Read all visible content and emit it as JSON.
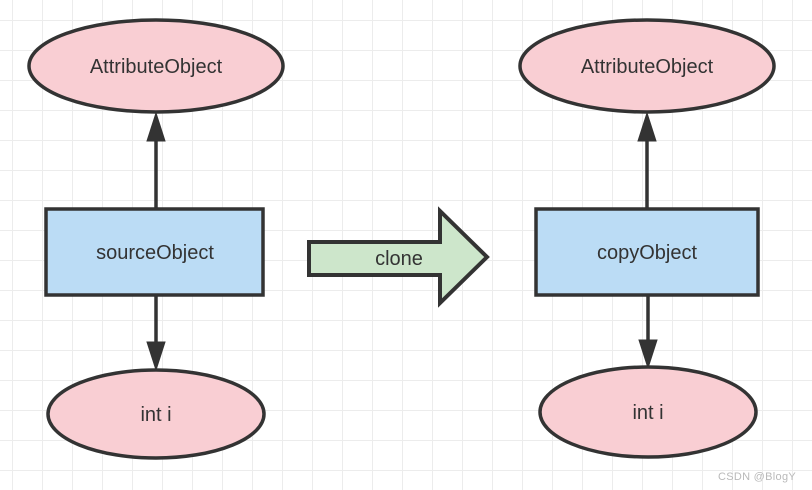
{
  "diagram": {
    "left": {
      "attribute_label": "AttributeObject",
      "object_label": "sourceObject",
      "field_label": "int i"
    },
    "right": {
      "attribute_label": "AttributeObject",
      "object_label": "copyObject",
      "field_label": "int i"
    },
    "clone_label": "clone"
  },
  "watermark": "CSDN @BlogY",
  "colors": {
    "ellipse_fill": "#f9ced3",
    "rect_fill": "#bbdcf5",
    "arrow_fill": "#cde6cb",
    "stroke": "#333333",
    "text": "#333333",
    "watermark": "#b9b9b9"
  }
}
